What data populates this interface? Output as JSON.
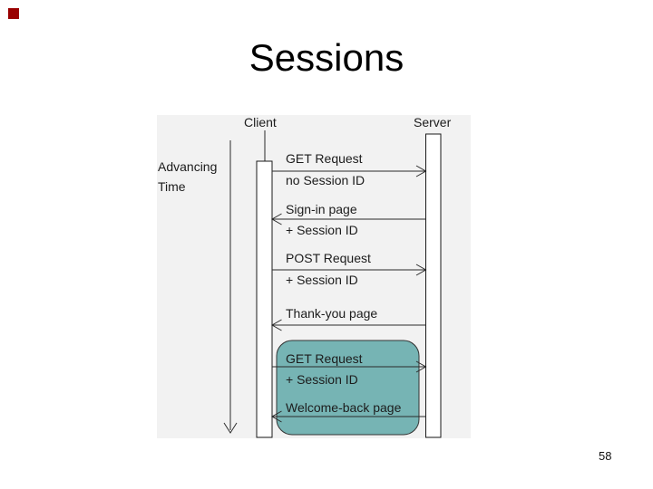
{
  "slide": {
    "title": "Sessions",
    "page_number": "58"
  },
  "colors": {
    "highlight_fill": "#76b4b4",
    "highlight_border": "#333333",
    "marker_red": "#990000",
    "panel_bg": "#f2f2f2"
  },
  "diagram": {
    "time_label_line1": "Advancing",
    "time_label_line2": "Time",
    "actors": [
      {
        "name": "Client"
      },
      {
        "name": "Server"
      }
    ],
    "messages": [
      {
        "line1": "GET Request",
        "line2": "no Session ID",
        "direction": "client-to-server",
        "highlighted": false
      },
      {
        "line1": "Sign-in page",
        "line2": "+ Session ID",
        "direction": "server-to-client",
        "highlighted": false
      },
      {
        "line1": "POST Request",
        "line2": "+ Session ID",
        "direction": "client-to-server",
        "highlighted": false
      },
      {
        "line1": "Thank-you page",
        "line2": "",
        "direction": "server-to-client",
        "highlighted": false
      },
      {
        "line1": "GET Request",
        "line2": "+ Session ID",
        "direction": "client-to-server",
        "highlighted": true
      },
      {
        "line1": "Welcome-back page",
        "line2": "",
        "direction": "server-to-client",
        "highlighted": true
      }
    ]
  }
}
